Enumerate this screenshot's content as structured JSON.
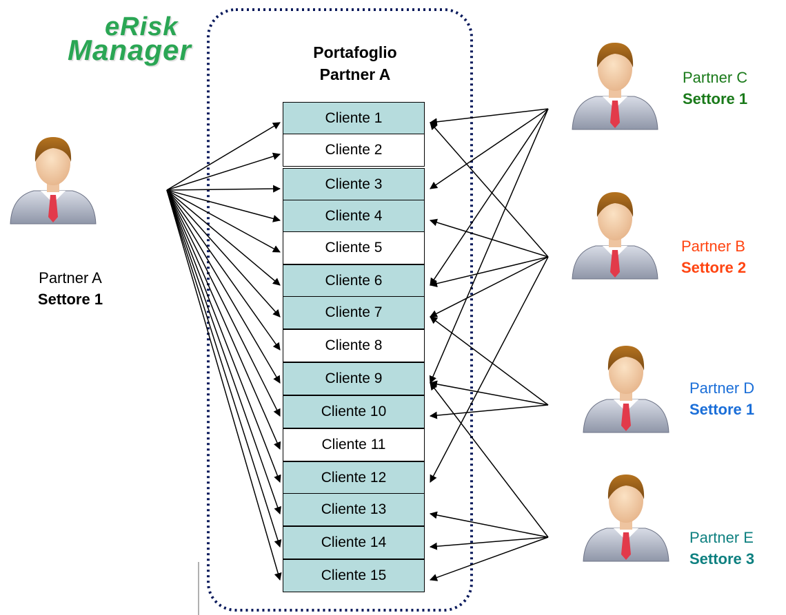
{
  "logo": {
    "line1": "eRisk",
    "line2": "Manager"
  },
  "portfolio": {
    "title_line1": "Portafoglio",
    "title_line2": "Partner A",
    "clients": [
      {
        "label": "Cliente 1",
        "shaded": true
      },
      {
        "label": "Cliente 2",
        "shaded": false
      },
      {
        "label": "Cliente 3",
        "shaded": true
      },
      {
        "label": "Cliente 4",
        "shaded": true
      },
      {
        "label": "Cliente 5",
        "shaded": false
      },
      {
        "label": "Cliente 6",
        "shaded": true
      },
      {
        "label": "Cliente 7",
        "shaded": true
      },
      {
        "label": "Cliente 8",
        "shaded": false
      },
      {
        "label": "Cliente 9",
        "shaded": true
      },
      {
        "label": "Cliente 10",
        "shaded": true
      },
      {
        "label": "Cliente 11",
        "shaded": false
      },
      {
        "label": "Cliente 12",
        "shaded": true
      },
      {
        "label": "Cliente 13",
        "shaded": true
      },
      {
        "label": "Cliente 14",
        "shaded": true
      },
      {
        "label": "Cliente 15",
        "shaded": true
      }
    ]
  },
  "partners": [
    {
      "id": "a",
      "name": "Partner A",
      "sector": "Settore 1",
      "color": "#000000",
      "links": [
        1,
        2,
        3,
        4,
        5,
        6,
        7,
        8,
        9,
        10,
        11,
        12,
        13,
        14,
        15
      ]
    },
    {
      "id": "c",
      "name": "Partner C",
      "sector": "Settore 1",
      "color": "#1a7a1a",
      "links": [
        1,
        3,
        6,
        9
      ]
    },
    {
      "id": "b",
      "name": "Partner B",
      "sector": "Settore 2",
      "color": "#ff4411",
      "links": [
        1,
        4,
        6,
        7,
        12
      ]
    },
    {
      "id": "d",
      "name": "Partner D",
      "sector": "Settore 1",
      "color": "#1a6ed8",
      "links": [
        7,
        9,
        10
      ]
    },
    {
      "id": "e",
      "name": "Partner E",
      "sector": "Settore 3",
      "color": "#0e8080",
      "links": [
        9,
        13,
        14,
        15
      ]
    }
  ],
  "colors": {
    "cell_fill": "#b6dcdd",
    "cell_empty": "#ffffff",
    "dotted_border": "#0a1a5c"
  }
}
